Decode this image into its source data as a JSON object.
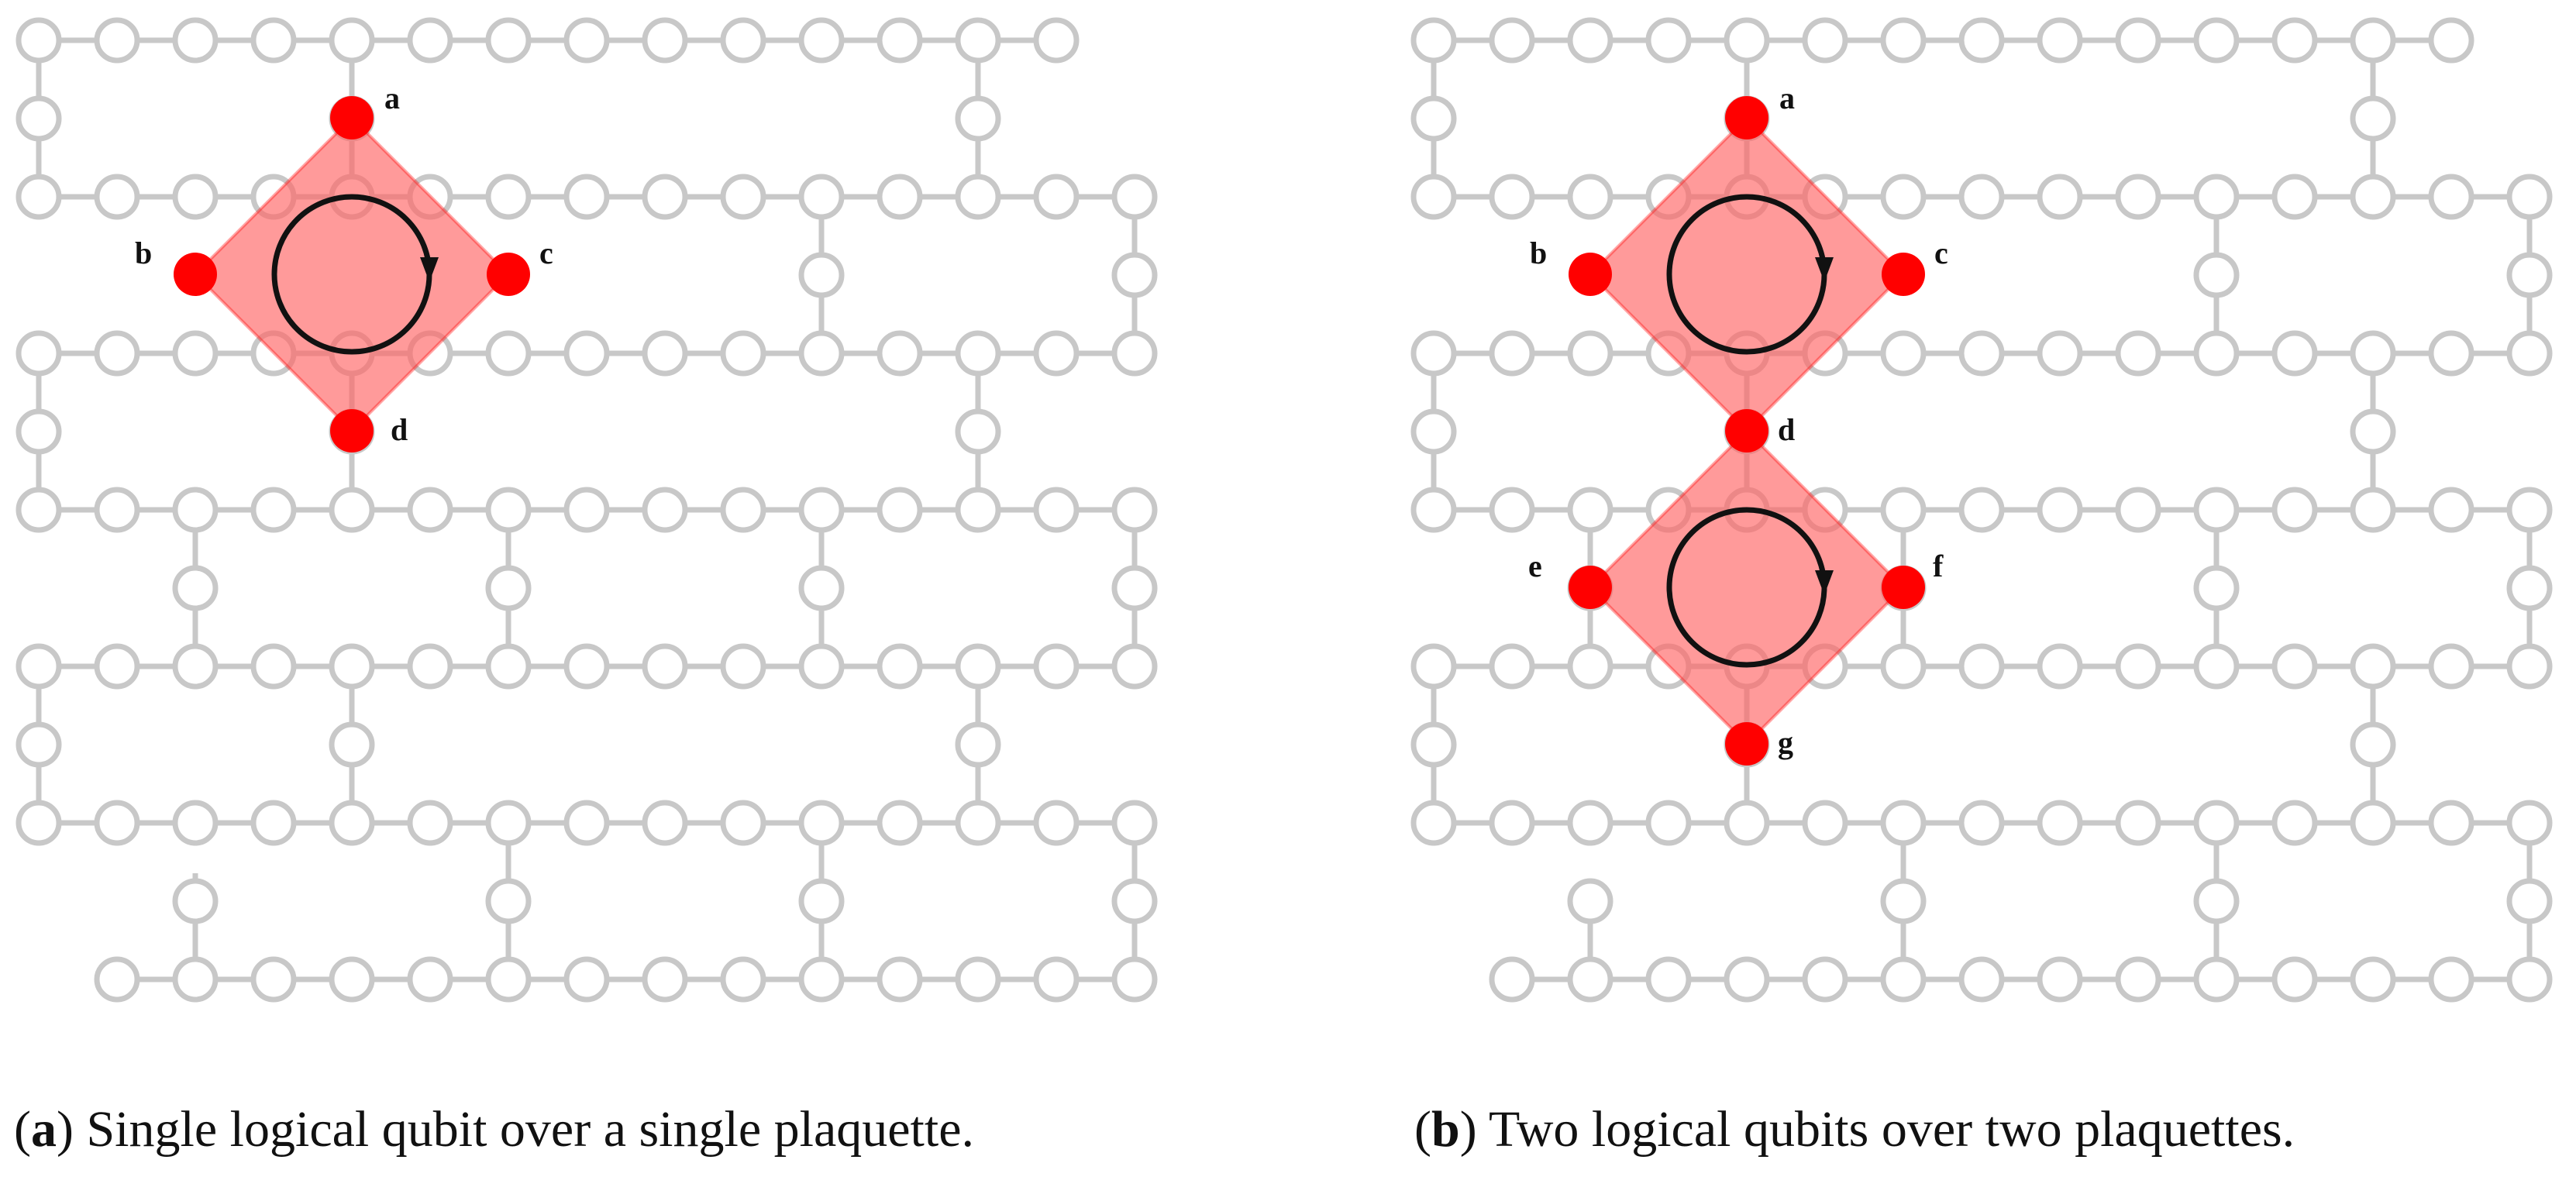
{
  "panels": [
    {
      "id": "a",
      "caption_tag": "a",
      "caption_text": "Single logical qubit over a single plaquette.",
      "vertex_labels": [
        "a",
        "b",
        "c",
        "d"
      ]
    },
    {
      "id": "b",
      "caption_tag": "b",
      "caption_text": "Two logical qubits over two plaquettes.",
      "vertex_labels": [
        "a",
        "b",
        "c",
        "d",
        "e",
        "f",
        "g"
      ]
    }
  ],
  "colors": {
    "lattice": "#c8c8c8",
    "qubit_fill": "#ffffff",
    "highlight_vertex": "#ff0000",
    "plaquette_fill": "#ff6464",
    "loop": "#111111"
  },
  "icons": {
    "lattice_node": "hollow-circle",
    "logical_vertex": "filled-red-circle",
    "loop": "clockwise-arrow-circle"
  }
}
